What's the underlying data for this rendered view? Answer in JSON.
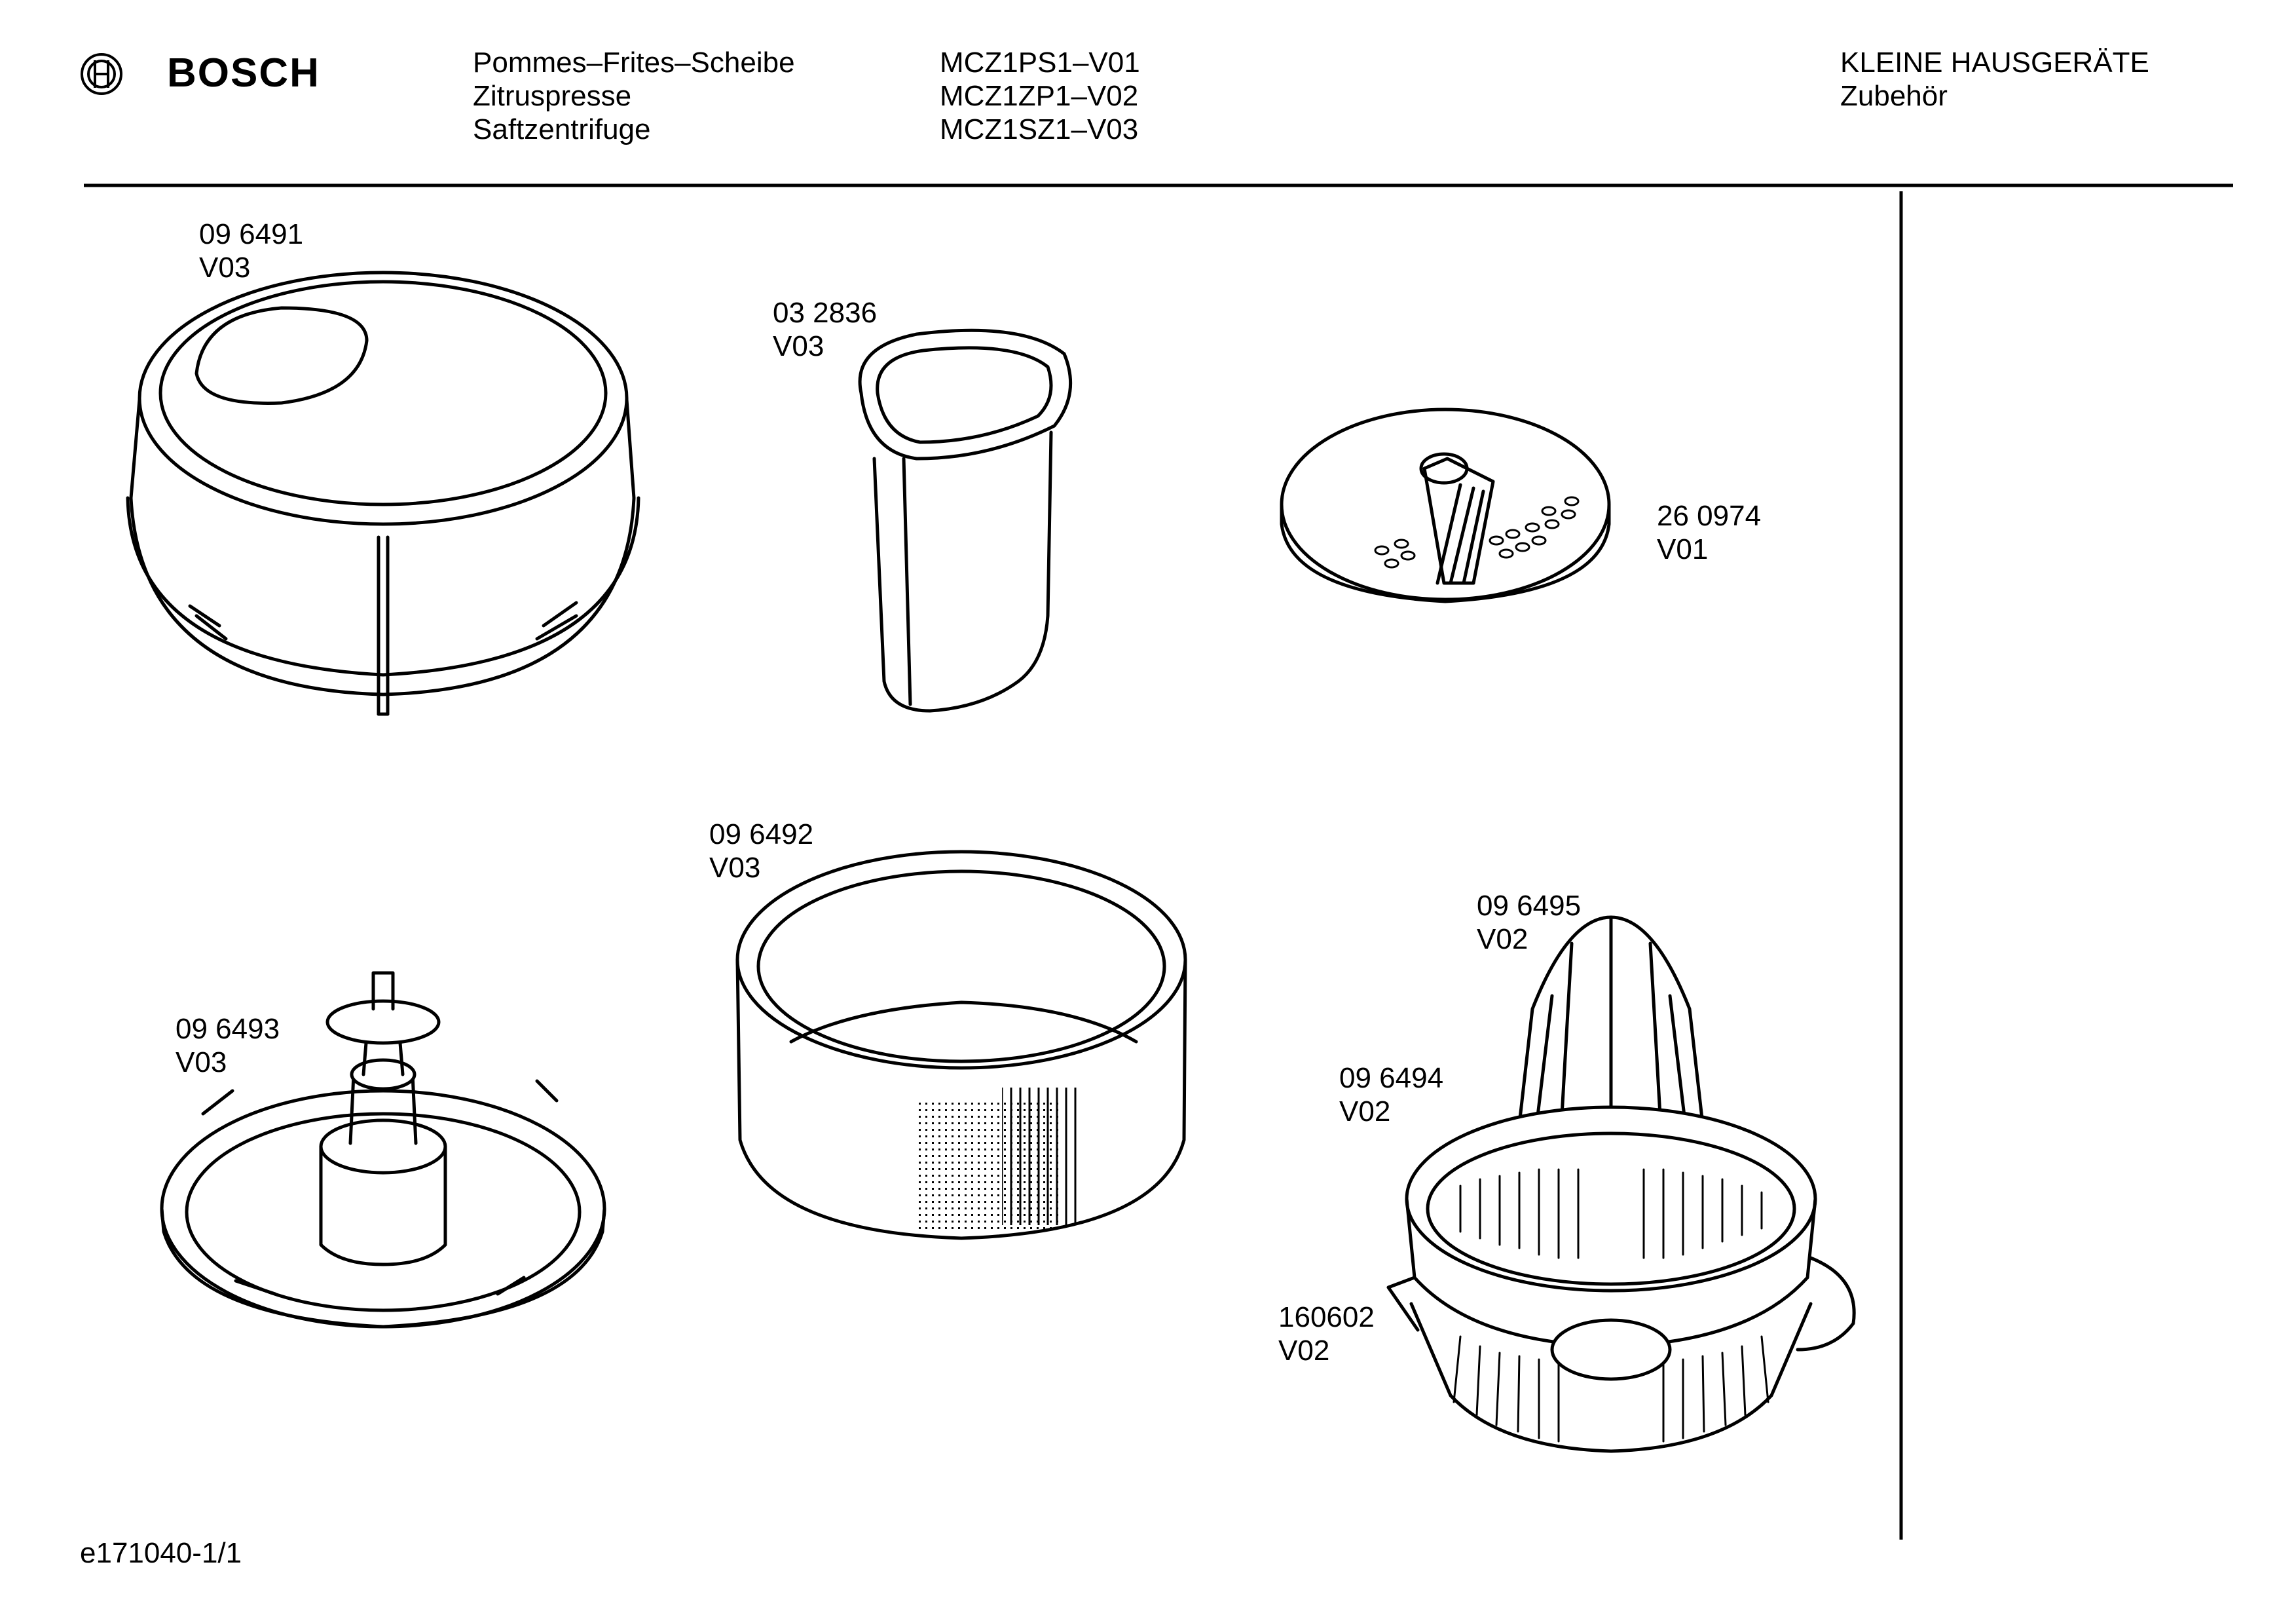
{
  "brand": {
    "name": "BOSCH"
  },
  "header": {
    "descriptions": [
      "Pommes–Frites–Scheibe",
      "Zitruspresse",
      "Saftzentrifuge"
    ],
    "models": [
      "MCZ1PS1–V01",
      "MCZ1ZP1–V02",
      "MCZ1SZ1–V03"
    ],
    "category": "KLEINE HAUSGERÄTE",
    "subcategory": "Zubehör"
  },
  "parts": [
    {
      "number": "09 6491",
      "version": "V03"
    },
    {
      "number": "03 2836",
      "version": "V03"
    },
    {
      "number": "26 0974",
      "version": "V01"
    },
    {
      "number": "09 6492",
      "version": "V03"
    },
    {
      "number": "09 6493",
      "version": "V03"
    },
    {
      "number": "09 6495",
      "version": "V02"
    },
    {
      "number": "09 6494",
      "version": "V02"
    },
    {
      "number": "160602",
      "version": "V02"
    }
  ],
  "footer": {
    "doc_id": "e171040-1/1"
  }
}
